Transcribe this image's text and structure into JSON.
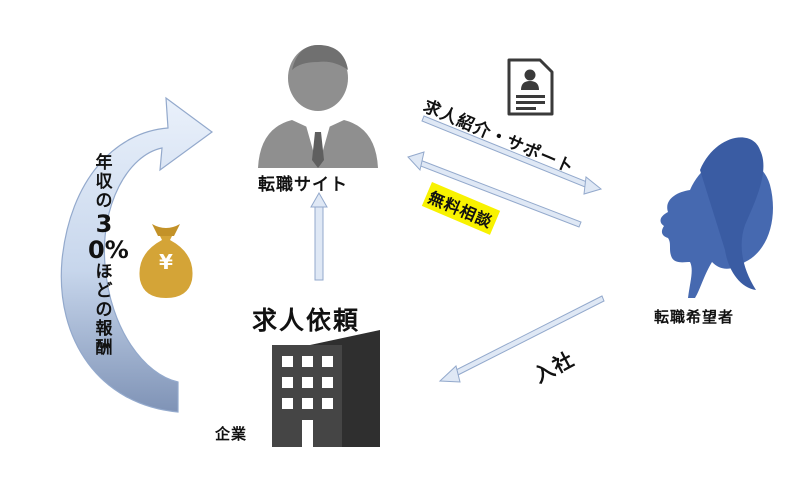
{
  "nodes": {
    "site": "転職サイト",
    "seeker": "転職希望者",
    "company": "企業"
  },
  "edges": {
    "intro_support": "求人紹介・サポート",
    "free_consult": "無料相談",
    "job_request": "求人依頼",
    "join": "入社",
    "fee_prefix": "年収の",
    "fee_big": "30%",
    "fee_suffix": "ほどの報酬"
  },
  "icons": {
    "money": "¥",
    "names": [
      "businessman-icon",
      "woman-profile-icon",
      "office-building-icon",
      "document-icon",
      "money-bag-icon"
    ]
  },
  "colors": {
    "arrow_fill": "#dfe8f5",
    "arrow_stroke": "#93a9cc",
    "person": "#8f8f8f",
    "woman": "#3f66ad",
    "building": "#454545",
    "money_bag": "#d4a437",
    "highlight": "#f8f200"
  }
}
